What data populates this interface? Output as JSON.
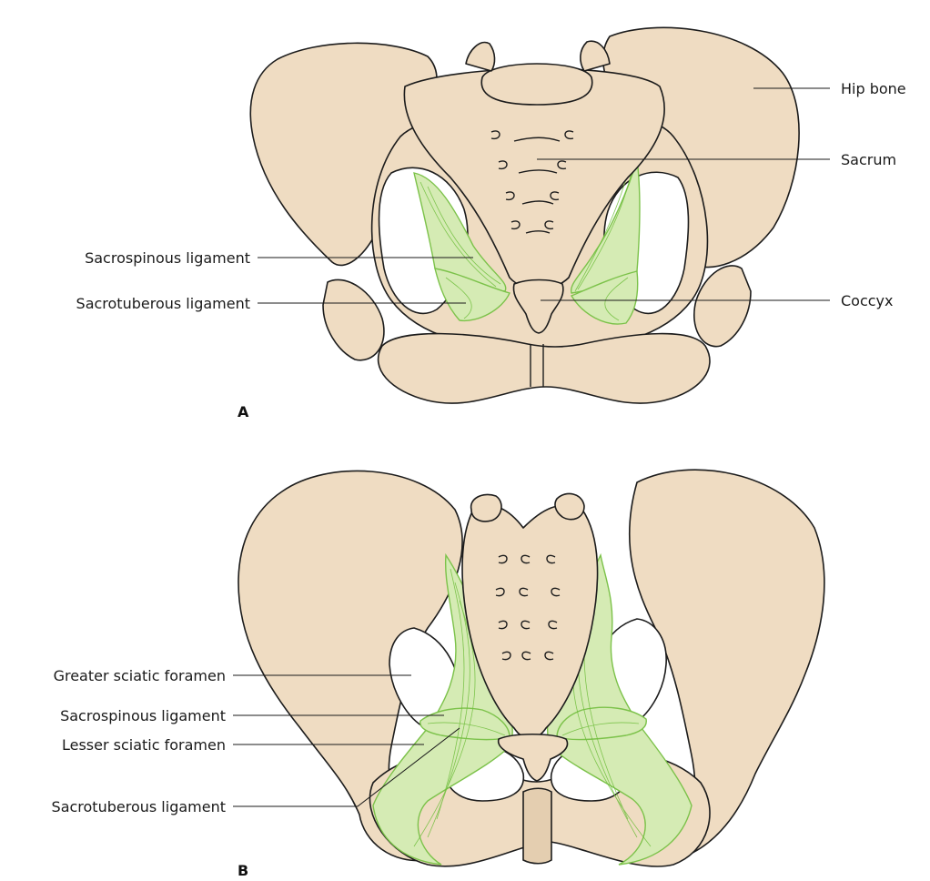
{
  "panel_a": {
    "letter": "A",
    "labels": {
      "hip_bone": "Hip bone",
      "sacrum": "Sacrum",
      "sacrospinous": "Sacrospinous ligament",
      "sacrotuberous": "Sacrotuberous ligament",
      "coccyx": "Coccyx"
    }
  },
  "panel_b": {
    "letter": "B",
    "labels": {
      "greater_sciatic": "Greater sciatic foramen",
      "sacrospinous": "Sacrospinous ligament",
      "lesser_sciatic": "Lesser sciatic foramen",
      "sacrotuberous": "Sacrotuberous ligament"
    }
  },
  "colors": {
    "bone": "#efdcc2",
    "ligament": "#d5ebb4",
    "ligament_fiber": "#6fbe3c"
  }
}
